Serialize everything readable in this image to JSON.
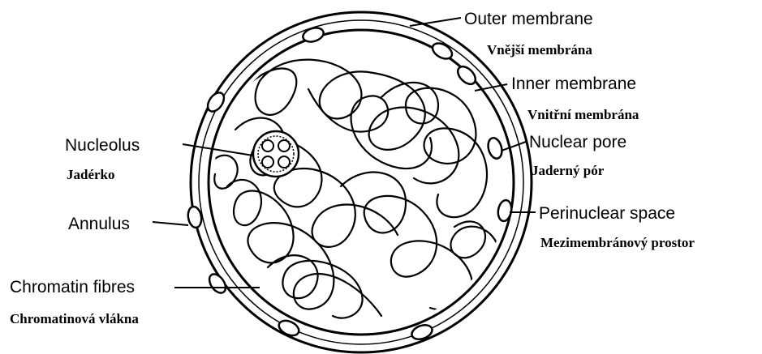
{
  "labels": {
    "outer_membrane": {
      "en": "Outer membrane",
      "cz": "Vnější membrána"
    },
    "inner_membrane": {
      "en": "Inner membrane",
      "cz": "Vnitřní membrána"
    },
    "nuclear_pore": {
      "en": "Nuclear pore",
      "cz": "Jaderný pór"
    },
    "perinuclear_space": {
      "en": "Perinuclear space",
      "cz": "Mezimembránový prostor"
    },
    "nucleolus": {
      "en": "Nucleolus",
      "cz": "Jadérko"
    },
    "annulus": {
      "en": "Annulus",
      "cz": ""
    },
    "chromatin_fibres": {
      "en": "Chromatin fibres",
      "cz": "Chromatinová vlákna"
    }
  }
}
